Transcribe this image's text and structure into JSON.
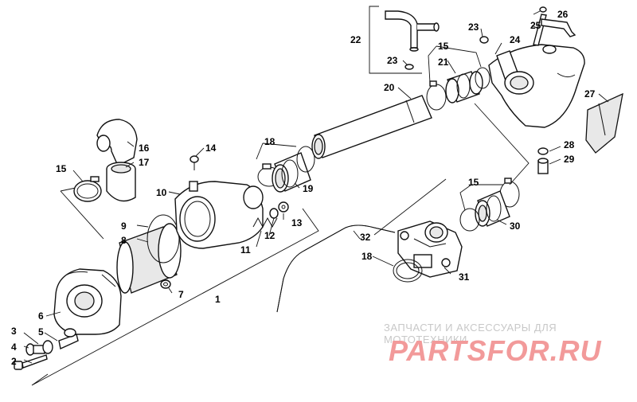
{
  "labels": {
    "l1": "1",
    "l2": "2",
    "l3": "3",
    "l4": "4",
    "l5": "5",
    "l6": "6",
    "l7": "7",
    "l8": "8",
    "l9": "9",
    "l10": "10",
    "l11": "11",
    "l12": "12",
    "l13": "13",
    "l14": "14",
    "l15a": "15",
    "l15b": "15",
    "l15c": "15",
    "l16": "16",
    "l17": "17",
    "l18a": "18",
    "l18b": "18",
    "l19": "19",
    "l20": "20",
    "l21": "21",
    "l22": "22",
    "l23a": "23",
    "l23b": "23",
    "l24": "24",
    "l25": "25",
    "l26": "26",
    "l27": "27",
    "l28": "28",
    "l29": "29",
    "l30": "30",
    "l31": "31",
    "l32": "32"
  },
  "watermark": {
    "tagline": "ЗАПЧАСТИ И АКСЕССУАРЫ ДЛЯ МОТОТЕХНИКИ",
    "brand": "PARTSFOR.RU"
  }
}
